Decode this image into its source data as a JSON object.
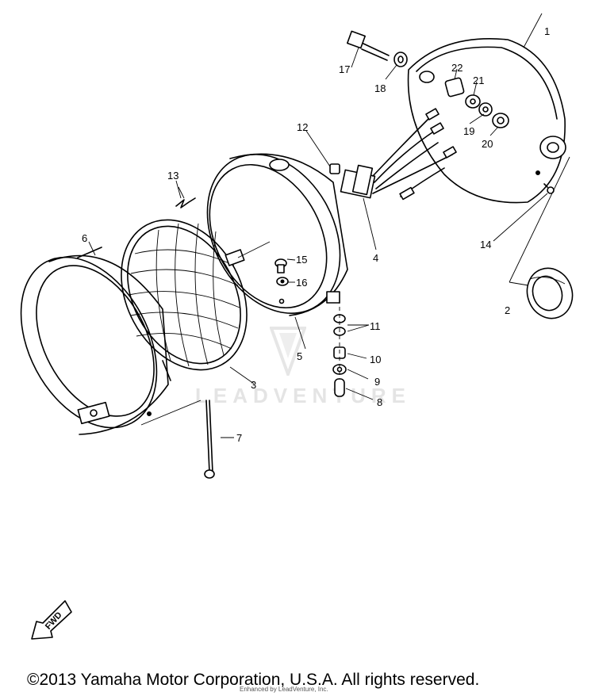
{
  "diagram": {
    "callouts": [
      {
        "id": "1",
        "label": "1"
      },
      {
        "id": "2",
        "label": "2"
      },
      {
        "id": "3",
        "label": "3"
      },
      {
        "id": "4",
        "label": "4"
      },
      {
        "id": "5",
        "label": "5"
      },
      {
        "id": "6",
        "label": "6"
      },
      {
        "id": "7",
        "label": "7"
      },
      {
        "id": "8",
        "label": "8"
      },
      {
        "id": "9",
        "label": "9"
      },
      {
        "id": "10",
        "label": "10"
      },
      {
        "id": "11",
        "label": "11"
      },
      {
        "id": "12",
        "label": "12"
      },
      {
        "id": "13",
        "label": "13"
      },
      {
        "id": "14",
        "label": "14"
      },
      {
        "id": "15",
        "label": "15"
      },
      {
        "id": "16",
        "label": "16"
      },
      {
        "id": "17",
        "label": "17"
      },
      {
        "id": "18",
        "label": "18"
      },
      {
        "id": "19",
        "label": "19"
      },
      {
        "id": "20",
        "label": "20"
      },
      {
        "id": "21",
        "label": "21"
      },
      {
        "id": "22",
        "label": "22"
      }
    ],
    "fwd_label": "FWD"
  },
  "watermark": {
    "text": "LEADVENTURE"
  },
  "footer": {
    "copyright": "©2013 Yamaha Motor Corporation, U.S.A. All rights reserved.",
    "subcredit": "Enhanced by LeadVenture, Inc."
  }
}
